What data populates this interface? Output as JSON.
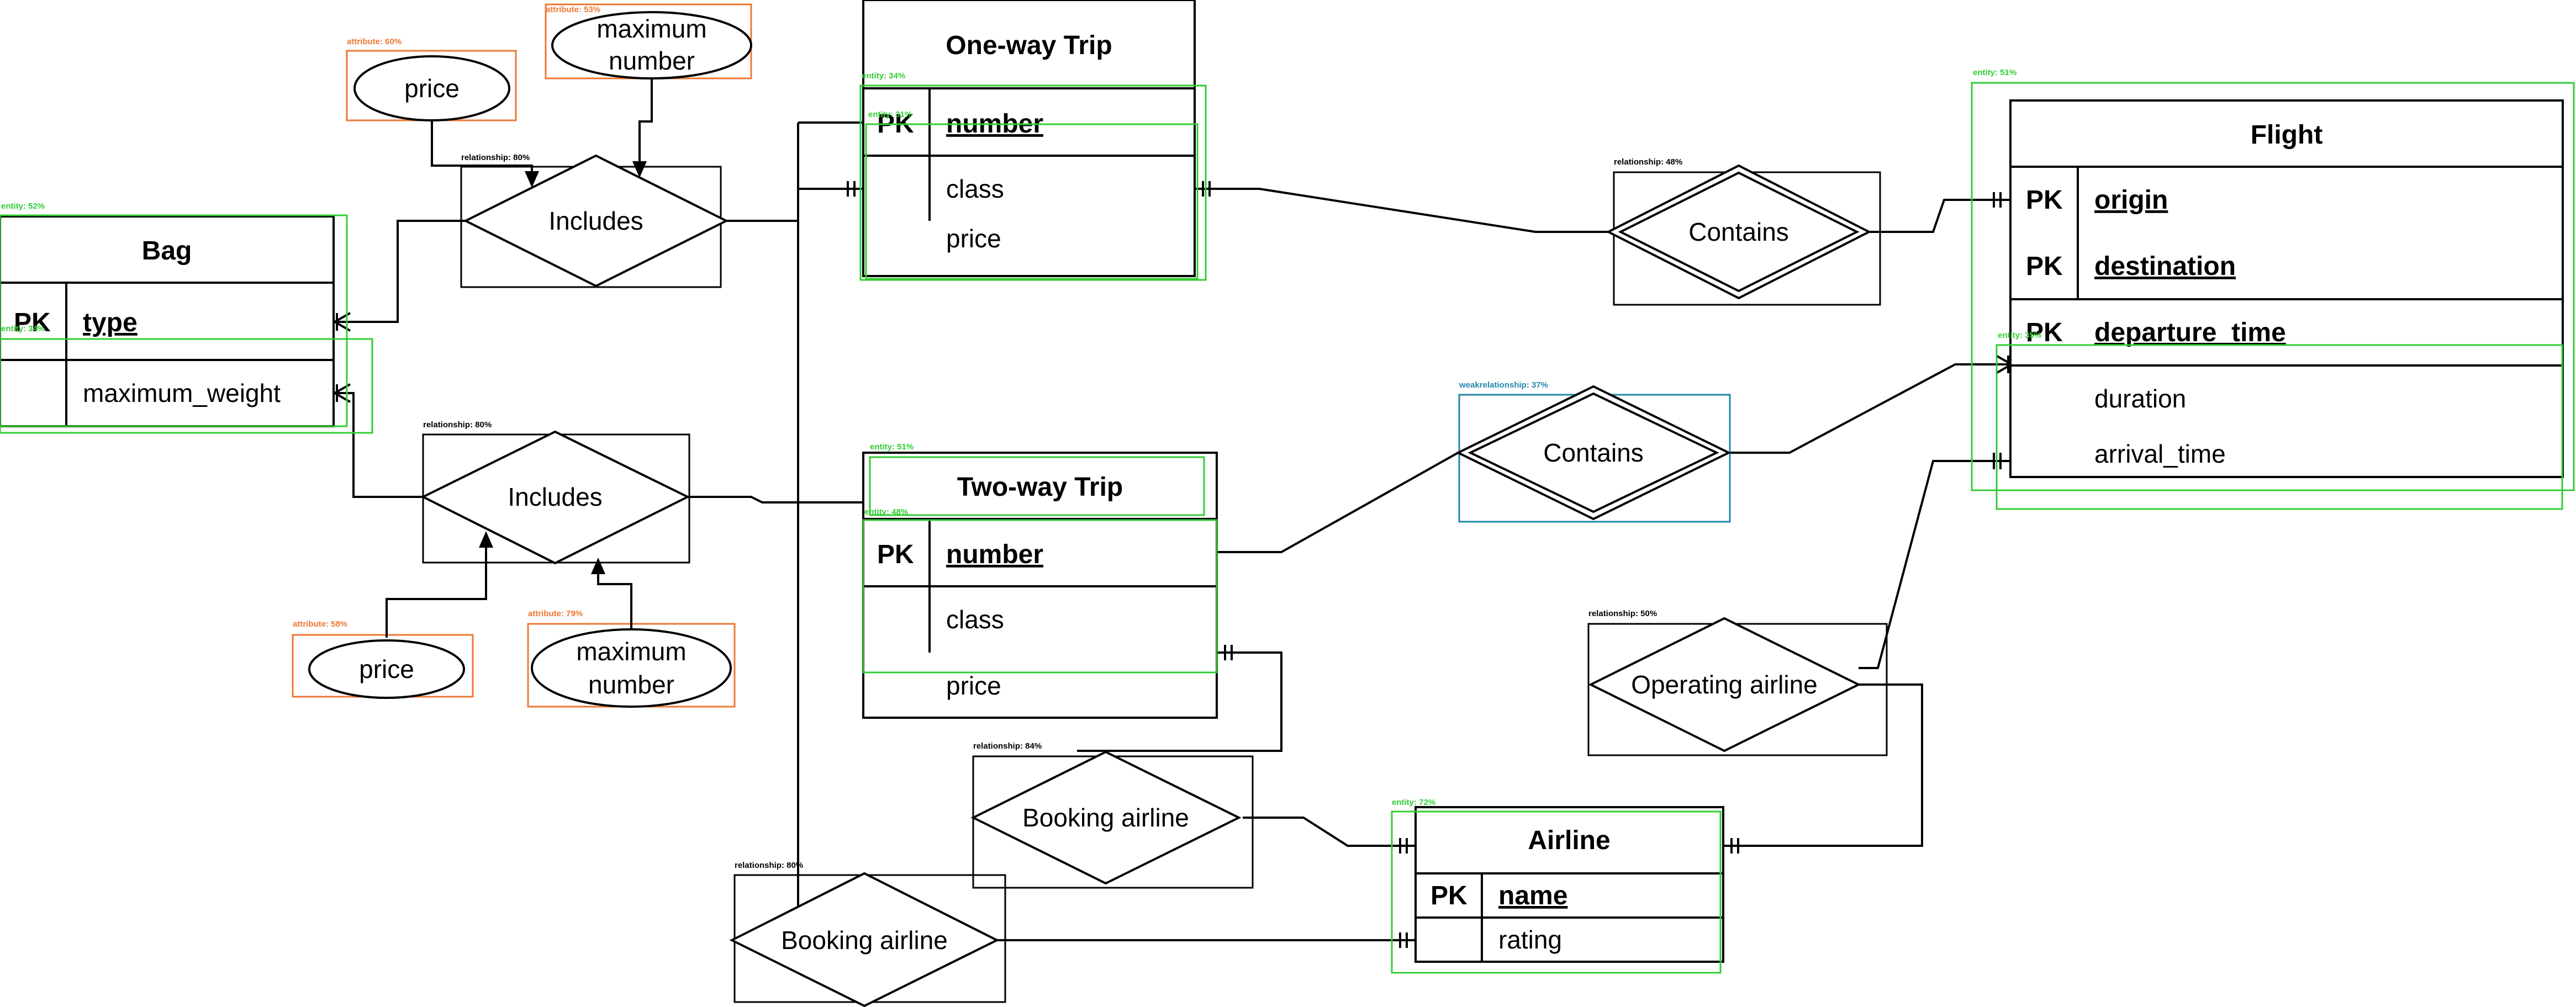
{
  "diagram": {
    "entities": {
      "bag": {
        "title": "Bag",
        "rows": [
          {
            "key": "PK",
            "name": "type"
          },
          {
            "key": "",
            "name": "maximum_weight"
          }
        ]
      },
      "one_way": {
        "title": "One-way Trip",
        "rows": [
          {
            "key": "PK",
            "name": "number"
          },
          {
            "key": "",
            "name": "class"
          },
          {
            "key": "",
            "name": "price"
          }
        ]
      },
      "two_way": {
        "title": "Two-way Trip",
        "rows": [
          {
            "key": "PK",
            "name": "number"
          },
          {
            "key": "",
            "name": "class"
          },
          {
            "key": "",
            "name": "price"
          }
        ]
      },
      "flight": {
        "title": "Flight",
        "rows": [
          {
            "key": "PK",
            "name": "origin"
          },
          {
            "key": "PK",
            "name": "destination"
          },
          {
            "key": "PK",
            "name": "departure_time"
          },
          {
            "key": "",
            "name": "duration"
          },
          {
            "key": "",
            "name": "arrival_time"
          }
        ]
      },
      "airline": {
        "title": "Airline",
        "rows": [
          {
            "key": "PK",
            "name": "name"
          },
          {
            "key": "",
            "name": "rating"
          }
        ]
      }
    },
    "relationships": {
      "includes_top": "Includes",
      "includes_bottom": "Includes",
      "contains_top": "Contains",
      "contains_mid": "Contains",
      "operating_airline": "Operating airline",
      "booking_airline_mid": "Booking airline",
      "booking_airline_bottom": "Booking airline"
    },
    "attributes": {
      "price_top": "price",
      "max_number_top": [
        "maximum",
        "number"
      ],
      "price_bottom": "price",
      "max_number_bottom": [
        "maximum",
        "number"
      ]
    },
    "detections": {
      "attr_price_top": "attribute: 60%",
      "attr_maxnum_top": "attribute: 53%",
      "attr_price_bottom": "attribute: 58%",
      "attr_maxnum_bottom": "attribute: 79%",
      "rel_includes_top": "relationship: 80%",
      "rel_includes_bottom": "relationship: 80%",
      "rel_contains_top": "relationship: 48%",
      "weakrel_contains": "weakrelationship: 37%",
      "rel_operating": "relationship: 50%",
      "rel_booking_mid": "relationship: 84%",
      "rel_booking_bottom": "relationship: 80%",
      "ent_bag": "entity: 52%",
      "ent_bag_inner": "entity: 34%",
      "ent_oneway": "entity: 34%",
      "ent_oneway_inner": "entity: 31%",
      "ent_twoway": "entity: 51%",
      "ent_twoway_inner": "entity: 48%",
      "ent_flight": "entity: 51%",
      "ent_flight_inner": "entity: 35%",
      "ent_airline": "entity: 72%"
    },
    "colors": {
      "line": "#000000",
      "entity_box": "#33cc33",
      "attribute_box": "#ee7733",
      "weak_box": "#2288aa"
    }
  }
}
